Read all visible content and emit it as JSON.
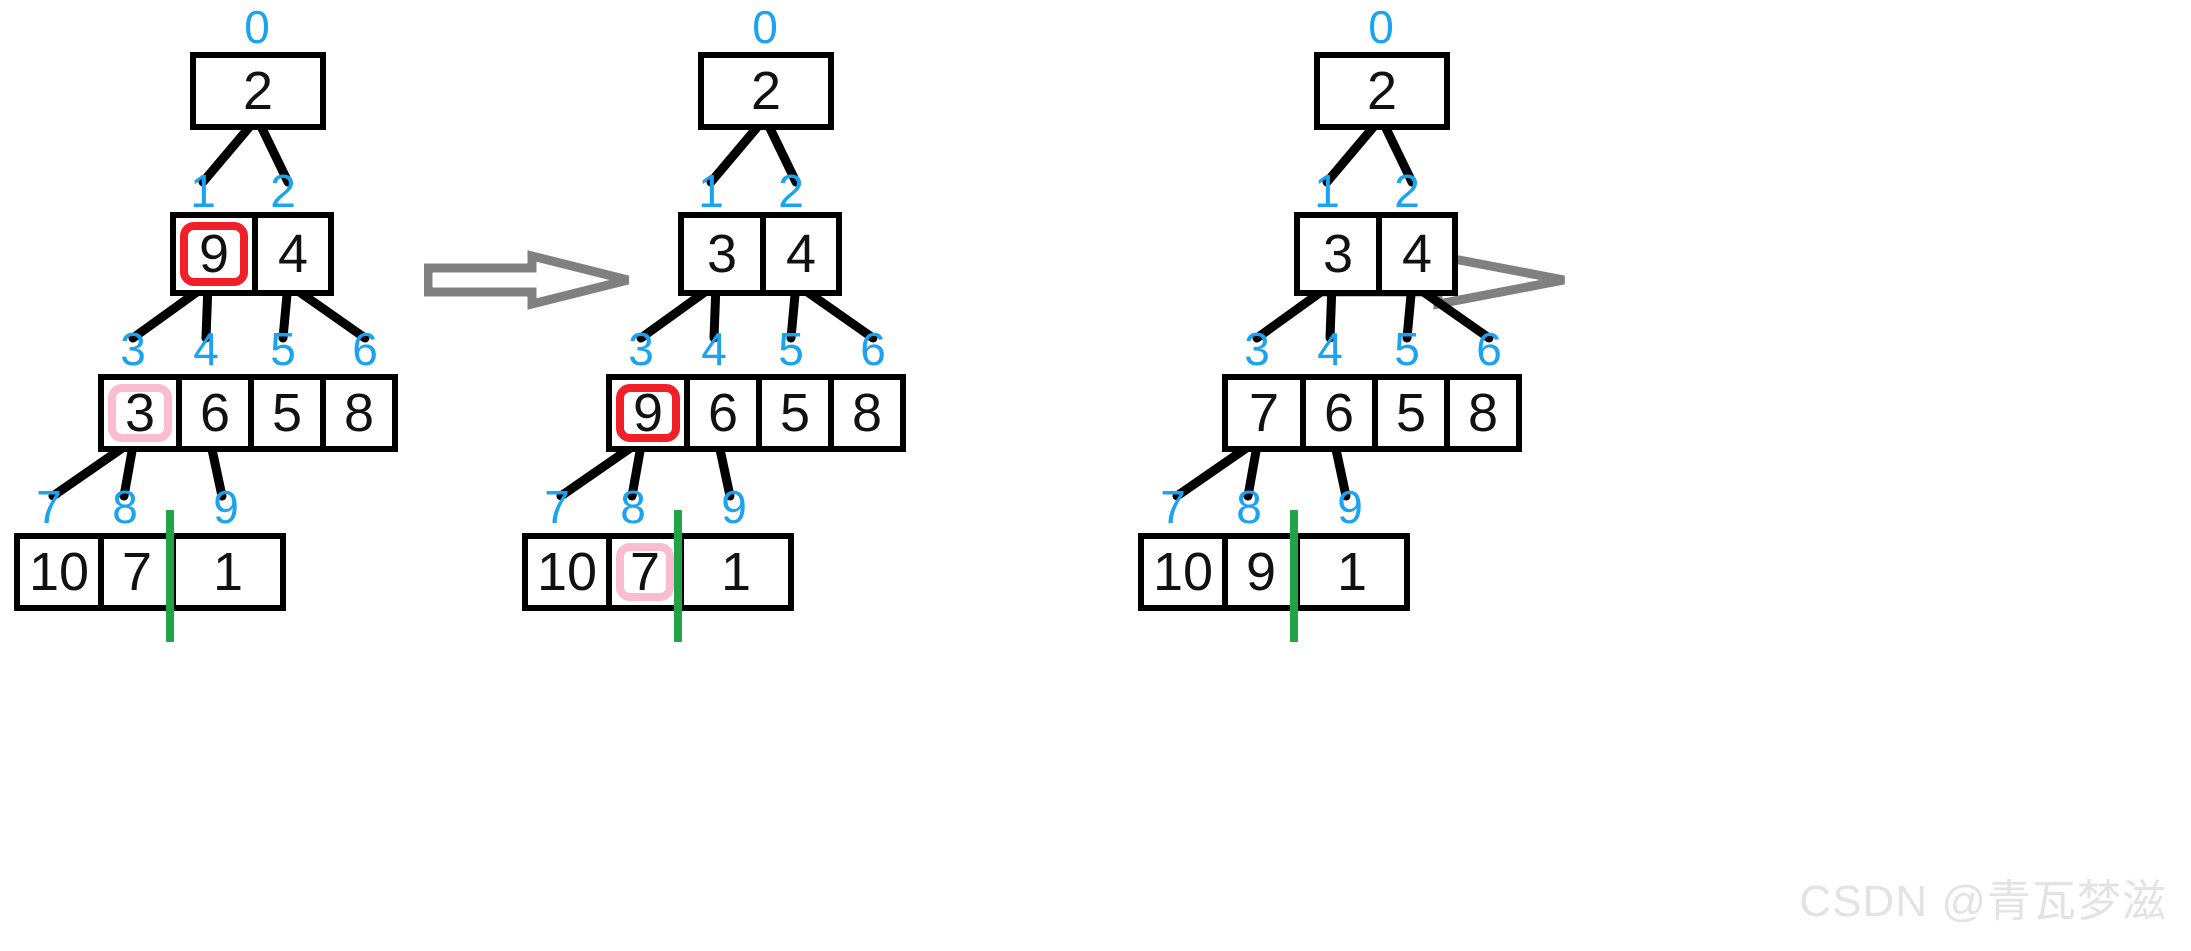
{
  "diagram": {
    "title": "Heap sift-down (percolate) three-step transition",
    "background_color": "#ffffff",
    "index_color": "#1aa3f0",
    "box_border_color": "#000000",
    "edge_color": "#000000",
    "highlight_red": "#f01f28",
    "highlight_pink": "#f9bcd0",
    "divider_color": "#22a34a",
    "arrow_color": "#808080",
    "watermark": "CSDN @青瓦梦滋"
  },
  "chart_data": {
    "type": "diagram",
    "title": "Heap sift-down (percolate) three-step transition",
    "panels": [
      {
        "name": "step-1",
        "levels": [
          {
            "indices": [
              "0"
            ],
            "values": [
              "2"
            ],
            "highlights": [
              null
            ]
          },
          {
            "indices": [
              "1",
              "2"
            ],
            "values": [
              "9",
              "4"
            ],
            "highlights": [
              "red",
              null
            ]
          },
          {
            "indices": [
              "3",
              "4",
              "5",
              "6"
            ],
            "values": [
              "3",
              "6",
              "5",
              "8"
            ],
            "highlights": [
              "pink",
              null,
              null,
              null
            ]
          },
          {
            "indices": [
              "7",
              "8",
              "9"
            ],
            "values": [
              "10",
              "7",
              "1"
            ],
            "highlights": [
              null,
              null,
              null
            ]
          }
        ],
        "divider_after_index": "8"
      },
      {
        "name": "step-2",
        "levels": [
          {
            "indices": [
              "0"
            ],
            "values": [
              "2"
            ],
            "highlights": [
              null
            ]
          },
          {
            "indices": [
              "1",
              "2"
            ],
            "values": [
              "3",
              "4"
            ],
            "highlights": [
              null,
              null
            ]
          },
          {
            "indices": [
              "3",
              "4",
              "5",
              "6"
            ],
            "values": [
              "9",
              "6",
              "5",
              "8"
            ],
            "highlights": [
              "red",
              null,
              null,
              null
            ]
          },
          {
            "indices": [
              "7",
              "8",
              "9"
            ],
            "values": [
              "10",
              "7",
              "1"
            ],
            "highlights": [
              null,
              "pink",
              null
            ]
          }
        ],
        "divider_after_index": "8"
      },
      {
        "name": "step-3",
        "levels": [
          {
            "indices": [
              "0"
            ],
            "values": [
              "2"
            ],
            "highlights": [
              null
            ]
          },
          {
            "indices": [
              "1",
              "2"
            ],
            "values": [
              "3",
              "4"
            ],
            "highlights": [
              null,
              null
            ]
          },
          {
            "indices": [
              "3",
              "4",
              "5",
              "6"
            ],
            "values": [
              "7",
              "6",
              "5",
              "8"
            ],
            "highlights": [
              null,
              null,
              null,
              null
            ]
          },
          {
            "indices": [
              "7",
              "8",
              "9"
            ],
            "values": [
              "10",
              "9",
              "1"
            ],
            "highlights": [
              null,
              null,
              null
            ]
          }
        ],
        "divider_after_index": "8"
      }
    ],
    "transitions": [
      {
        "name": "arrow-1",
        "from": "step-1",
        "to": "step-2"
      },
      {
        "name": "arrow-2",
        "from": "step-2",
        "to": "step-3"
      }
    ],
    "legend": [],
    "annotations": [
      "CSDN @青瓦梦滋"
    ]
  }
}
